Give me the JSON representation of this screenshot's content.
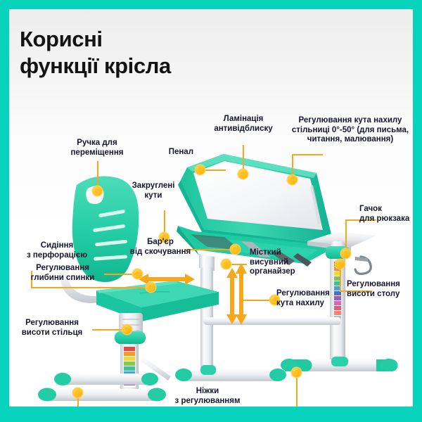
{
  "page": {
    "title_line1": "Корисні",
    "title_line2": "функції крісла",
    "frame_color": "#07d3bd",
    "background_color": "#ffffff",
    "accent_color": "#f5a81c",
    "product_color": "#25cfa7",
    "label_color": "#15162b"
  },
  "callouts": [
    {
      "id": "handle",
      "text": "Ручка для\nпереміщення"
    },
    {
      "id": "pencil-case",
      "text": "Пенал"
    },
    {
      "id": "rounded-corners",
      "text": "Закруглені\nкути"
    },
    {
      "id": "lamination",
      "text": "Ламінація\nантивідблиску"
    },
    {
      "id": "tilt-range",
      "text": "Регулювання кута нахилу\nстільниці 0°-50° (для письма,\nчитання, малювання)"
    },
    {
      "id": "backpack-hook",
      "text": "Гачок\nдля рюкзака"
    },
    {
      "id": "seat-perforated",
      "text": "Сидіння\nз перфорацією"
    },
    {
      "id": "anti-roll-bar",
      "text": "Бар'єр\nвід скочування"
    },
    {
      "id": "organizer",
      "text": "Місткий\nвисувний\nорганайзер"
    },
    {
      "id": "back-depth",
      "text": "Регулювання\nглибини спинки"
    },
    {
      "id": "chair-height",
      "text": "Регулювання\nвисоти стільця"
    },
    {
      "id": "tilt-angle",
      "text": "Регулювання\nкута нахилу"
    },
    {
      "id": "desk-height",
      "text": "Регулювання\nвисоти столу"
    },
    {
      "id": "adjustable-feet",
      "text": "Ніжки\nз регулюванням"
    }
  ]
}
